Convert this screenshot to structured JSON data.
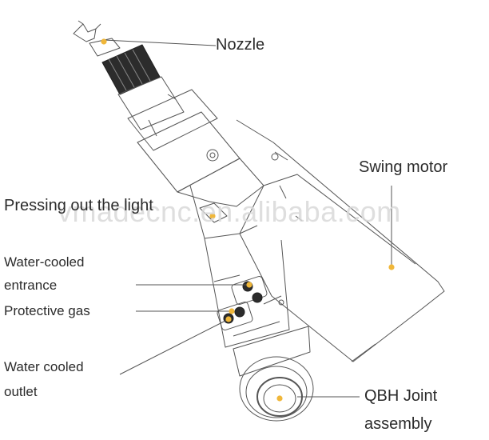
{
  "labels": {
    "nozzle": "Nozzle",
    "swing_motor": "Swing motor",
    "pressing_light": "Pressing out the light",
    "water_cooled_entrance_1": "Water-cooled",
    "water_cooled_entrance_2": "entrance",
    "protective_gas": "Protective gas",
    "water_cooled_outlet_1": "Water cooled",
    "water_cooled_outlet_2": "outlet",
    "qbh_joint_1": "QBH Joint",
    "qbh_joint_2": "assembly"
  },
  "watermark": "vmadecnc.en.alibaba.com",
  "colors": {
    "marker": "#f0b73a",
    "line": "#555555",
    "text": "#2b2b2b"
  }
}
